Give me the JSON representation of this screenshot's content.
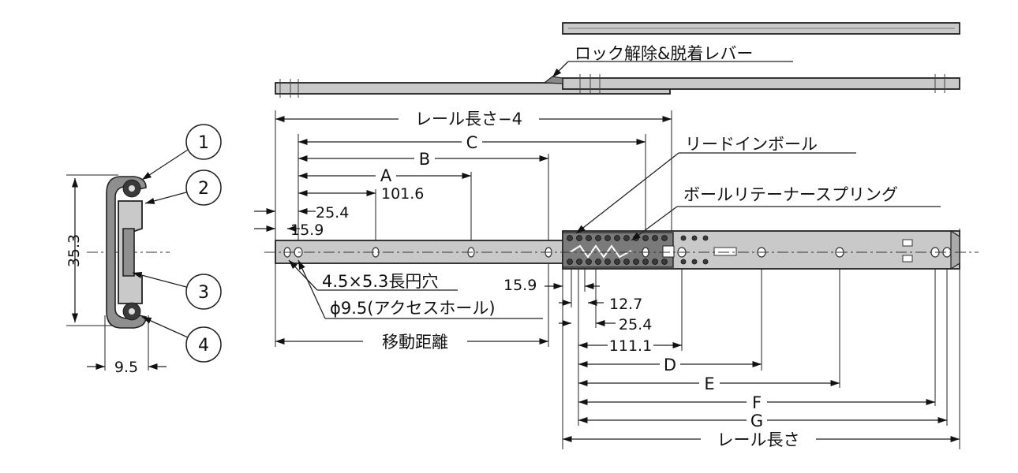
{
  "labels": {
    "lock_release_lever": "ロック解除&脱着レバー",
    "rail_length_minus_4": "レール長さ−4",
    "lead_in_ball": "リードインボール",
    "ball_retainer_spring": "ボールリテーナースプリング",
    "slot_hole": "4.5×5.3長円穴",
    "access_hole": "ϕ9.5(アクセスホール)",
    "travel_distance": "移動距離",
    "rail_length": "レール長さ"
  },
  "dimensions": {
    "A": "A",
    "B": "B",
    "C": "C",
    "D": "D",
    "E": "E",
    "F": "F",
    "G": "G",
    "d101_6": "101.6",
    "d25_4_left": "25.4",
    "d15_9_left": "15.9",
    "d15_9_mid": "15.9",
    "d12_7": "12.7",
    "d25_4_right": "25.4",
    "d111_1": "111.1",
    "height_35_3": "35.3",
    "width_9_5": "9.5"
  },
  "callouts": [
    "1",
    "2",
    "3",
    "4"
  ]
}
